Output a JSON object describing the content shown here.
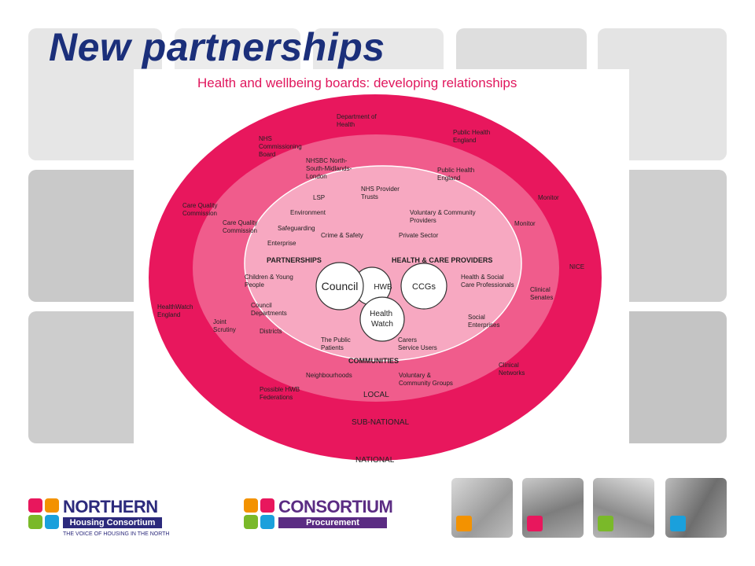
{
  "slide": {
    "title": "New partnerships"
  },
  "diagram": {
    "heading": "Health and wellbeing boards: developing relationships",
    "colors": {
      "outer_ring": "#e8175d",
      "middle_ring": "#f05c8c",
      "inner_ring": "#f7a8c1",
      "title_text": "#1b2f7a",
      "heading_text": "#e0175d"
    },
    "ring_labels": {
      "national": "NATIONAL",
      "subnational": "SUB-NATIONAL",
      "local": "LOCAL"
    },
    "hub": {
      "council": "Council",
      "hwb": "HWB",
      "ccgs": "CCGs",
      "healthwatch": [
        "Health",
        "Watch"
      ]
    },
    "national": {
      "dept_health": [
        "Department of",
        "Health"
      ],
      "public_health_england": [
        "Public Health",
        "England"
      ],
      "nhs_commissioning_board": [
        "NHS",
        "Commissioning",
        "Board"
      ],
      "care_quality_commission": [
        "Care Quality",
        "Commission"
      ],
      "monitor": [
        "Monitor"
      ],
      "nice": [
        "NICE"
      ],
      "healthwatch_england": [
        "HealthWatch",
        "England"
      ]
    },
    "subnational": {
      "nhsbc": [
        "NHSBC North-",
        "South-Midlands-",
        "London"
      ],
      "public_health_england": [
        "Public Health",
        "England"
      ],
      "care_quality_commission": [
        "Care Quality",
        "Commission"
      ],
      "monitor": [
        "Monitor"
      ],
      "clinical_senates": [
        "Clinical",
        "Senates"
      ],
      "joint_scrutiny": [
        "Joint",
        "Scrutiny"
      ],
      "clinical_networks": [
        "Clinical",
        "Networks"
      ],
      "possible_hwb_federations": [
        "Possible HWB",
        "Federations"
      ]
    },
    "local": {
      "lsp": [
        "LSP"
      ],
      "nhs_provider_trusts": [
        "NHS Provider",
        "Trusts"
      ],
      "environment": [
        "Environment"
      ],
      "voluntary_community_providers": [
        "Voluntary & Community",
        "Providers"
      ],
      "safeguarding": [
        "Safeguarding"
      ],
      "crime_safety": [
        "Crime & Safety"
      ],
      "private_sector": [
        "Private Sector"
      ],
      "enterprise": [
        "Enterprise"
      ],
      "partnerships": [
        "PARTNERSHIPS"
      ],
      "health_care_providers": [
        "HEALTH & CARE PROVIDERS"
      ],
      "children_young_people": [
        "Children & Young",
        "People"
      ],
      "health_social_care_professionals": [
        "Health & Social",
        "Care Professionals"
      ],
      "council_departments": [
        "Council",
        "Departments"
      ],
      "districts": [
        "Districts"
      ],
      "social_enterprises": [
        "Social",
        "Enterprises"
      ],
      "public_patients": [
        "The Public",
        "Patients"
      ],
      "carers_service_users": [
        "Carers",
        "Service Users"
      ],
      "communities": [
        "COMMUNITIES"
      ],
      "neighbourhoods": [
        "Neighbourhoods"
      ],
      "voluntary_community_groups": [
        "Voluntary &",
        "Community Groups"
      ]
    }
  },
  "footer": {
    "northern": {
      "word": "NORTHERN",
      "band": "Housing Consortium",
      "strapline": "THE VOICE OF HOUSING IN THE NORTH",
      "colors": [
        "#e8175d",
        "#f39200",
        "#1aa0dc",
        "#7ab929"
      ]
    },
    "consortium": {
      "word": "CONSORTIUM",
      "band": "Procurement",
      "colors": [
        "#e8175d",
        "#f39200",
        "#1aa0dc",
        "#7ab929"
      ],
      "band_color": "#5b2c83"
    },
    "photos": [
      {
        "name": "people",
        "swatch": "#f39200"
      },
      {
        "name": "buildings",
        "swatch": "#e8175d"
      },
      {
        "name": "meeting",
        "swatch": "#7ab929"
      },
      {
        "name": "hands",
        "swatch": "#1aa0dc"
      }
    ]
  }
}
